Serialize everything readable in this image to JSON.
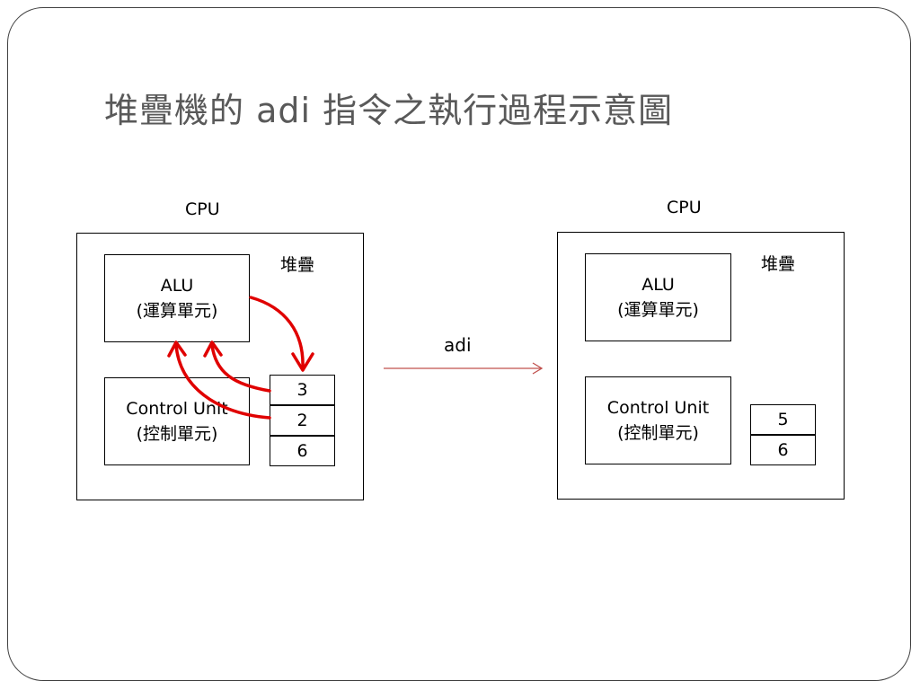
{
  "title": "堆疊機的 adi 指令之執行過程示意圖",
  "before": {
    "cpu_label": "CPU",
    "stack_label": "堆疊",
    "alu": {
      "line1": "ALU",
      "line2": "(運算單元)"
    },
    "control_unit": {
      "line1": "Control Unit",
      "line2": "(控制單元)"
    },
    "stack_cells": [
      "3",
      "2",
      "6"
    ]
  },
  "instruction": {
    "label": "adi"
  },
  "after": {
    "cpu_label": "CPU",
    "stack_label": "堆疊",
    "alu": {
      "line1": "ALU",
      "line2": "(運算單元)"
    },
    "control_unit": {
      "line1": "Control Unit",
      "line2": "(控制單元)"
    },
    "stack_cells": [
      "5",
      "6"
    ]
  },
  "colors": {
    "flow_arrow": "#e00000",
    "transition_arrow": "#c0504d",
    "title_text": "#595959"
  }
}
